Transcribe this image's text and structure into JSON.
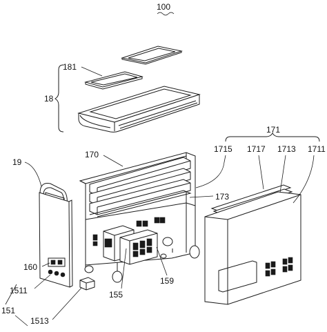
{
  "figure": {
    "number": "100",
    "labels": {
      "l181": "181",
      "l18": "18",
      "l19": "19",
      "l170": "170",
      "l171": "171",
      "l1715": "1715",
      "l1717": "1717",
      "l1713": "1713",
      "l1711": "1711",
      "l173": "173",
      "l160": "160",
      "l1511": "1511",
      "l151": "151",
      "l1513": "1513",
      "l155": "155",
      "l159": "159"
    }
  }
}
